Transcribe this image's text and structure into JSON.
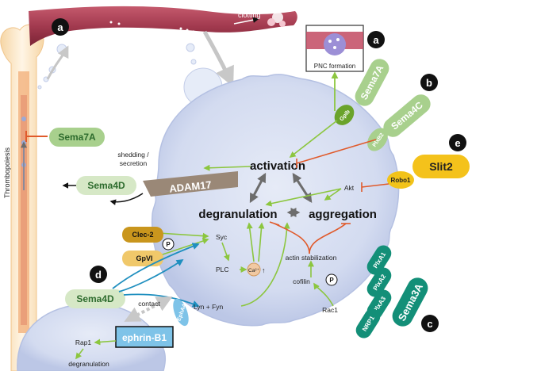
{
  "panel_letters": {
    "a1": "a",
    "a2": "a",
    "b": "b",
    "c": "c",
    "d": "d",
    "e": "e"
  },
  "labels": {
    "clotting": "clotting",
    "thrombopoiesis": "Thrombopoiesis",
    "pnc_formation": "PNC formation",
    "shedding": "shedding /",
    "secretion": "secretion",
    "activation": "activation",
    "degranulation": "degranulation",
    "aggregation": "aggregation",
    "syc": "Syc",
    "plc": "PLC",
    "ca": "Ca²⁺",
    "akt": "Akt",
    "actin_stabilization": "actin stabilization",
    "cofilin": "cofilin",
    "rac1": "Rac1",
    "lyn_fyn": "Lyn + Fyn",
    "contact": "contact",
    "rap1": "Rap1",
    "degranulation_small": "degranulation",
    "p": "P"
  },
  "molecules": {
    "sema7a_left": "Sema7A",
    "sema7a_right": "Sema7A",
    "gpib": "GpIb",
    "sema4c": "Sema4C",
    "plxb2": "PlxB2",
    "robo1": "Robo1",
    "slit2": "Slit2",
    "adam17": "ADAM17",
    "sema4d_shed": "Sema4D",
    "clec2": "Clec-2",
    "gpvi": "GpVI",
    "sema4d_bottom": "Sema4D",
    "epha4": "EphA4",
    "ephrinb1": "ephrin-B1",
    "plxa1": "PlxA1",
    "plxa2": "PlxA2",
    "plxa3": "PlxA3",
    "nrp1": "NRP1",
    "sema3a": "Sema3A"
  }
}
